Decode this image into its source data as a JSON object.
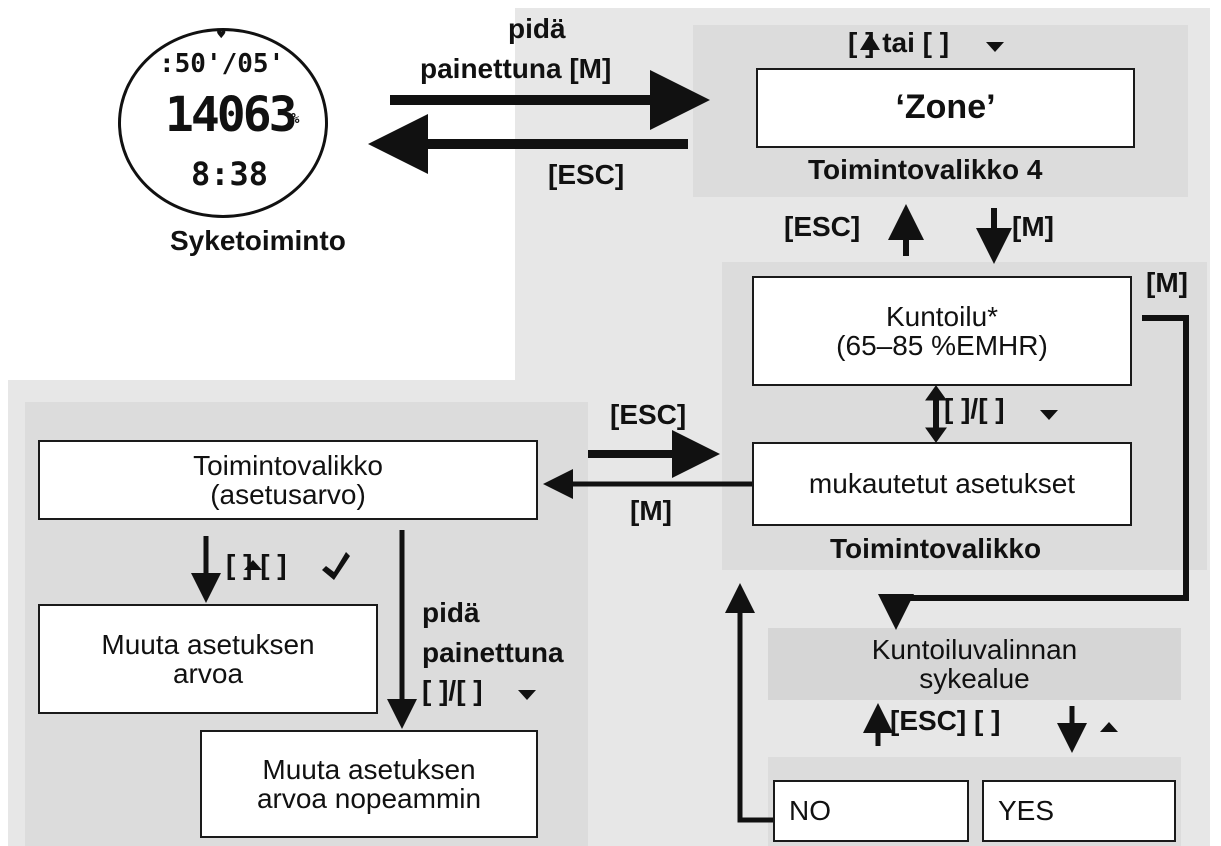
{
  "watch": {
    "line1": ":50'/05'",
    "line2": "14063",
    "line2_unit": "%",
    "line3": "8:38",
    "caption": "Syketoiminto"
  },
  "top": {
    "hold_label_1": "pidä",
    "hold_label_2": "painettuna [M]",
    "esc_label": "[ESC]",
    "nav_label": "[ ] tai [ ]",
    "zone_box": "‘Zone’",
    "menu4_caption": "Toimintovalikko 4"
  },
  "middle": {
    "esc_up": "[ESC]",
    "m_down": "[M]",
    "m_right": "[M]",
    "kuntoilu_line1": "Kuntoilu*",
    "kuntoilu_line2": "(65–85 %EMHR)",
    "nav_between": "[ ]/[ ]",
    "custom_box": "mukautetut asetukset",
    "menu_caption": "Toimintovalikko",
    "esc_to_left": "[ESC]",
    "m_from_left": "[M]"
  },
  "left": {
    "setting_line1": "Toimintovalikko",
    "setting_line2": "(asetusarvo)",
    "nav_label": "[ ]     [ ]",
    "hold_1": "pidä",
    "hold_2": "painettuna",
    "hold_nav": "[ ]/[ ]",
    "change_line1": "Muuta asetuksen",
    "change_line2": "arvoa",
    "fast_line1": "Muuta asetuksen",
    "fast_line2": "arvoa nopeammin"
  },
  "bottom_right": {
    "zone_line1": "Kuntoiluvalinnan",
    "zone_line2": "sykealue",
    "esc_nav": "[ESC] [ ]",
    "no": "NO",
    "yes": "YES"
  }
}
